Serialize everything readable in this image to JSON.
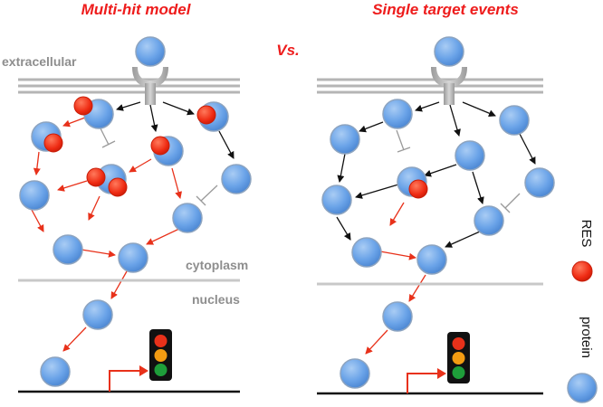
{
  "panels": {
    "left": {
      "title": "Multi-hit model"
    },
    "right": {
      "title": "Single target events"
    }
  },
  "separator": "Vs.",
  "regions": {
    "extracellular": "extracellular",
    "cytoplasm": "cytoplasm",
    "nucleus": "nucleus"
  },
  "legend": {
    "res": "RES",
    "protein": "protein"
  },
  "colors": {
    "title": "#ee1c1c",
    "protein_fill": "#5a97e3",
    "protein_edge": "#8da4c0",
    "res_fill": "#e8311a",
    "arrow_red": "#e8311a",
    "arrow_black": "#111111",
    "membrane": "#b5b5b5",
    "region_label": "#8e8e8e",
    "light_red": "#e8311a",
    "light_amber": "#f39c12",
    "light_green": "#1e9e3a"
  },
  "icons": [
    "receptor-icon",
    "traffic-light-icon",
    "transcription-start-arrow-icon"
  ]
}
